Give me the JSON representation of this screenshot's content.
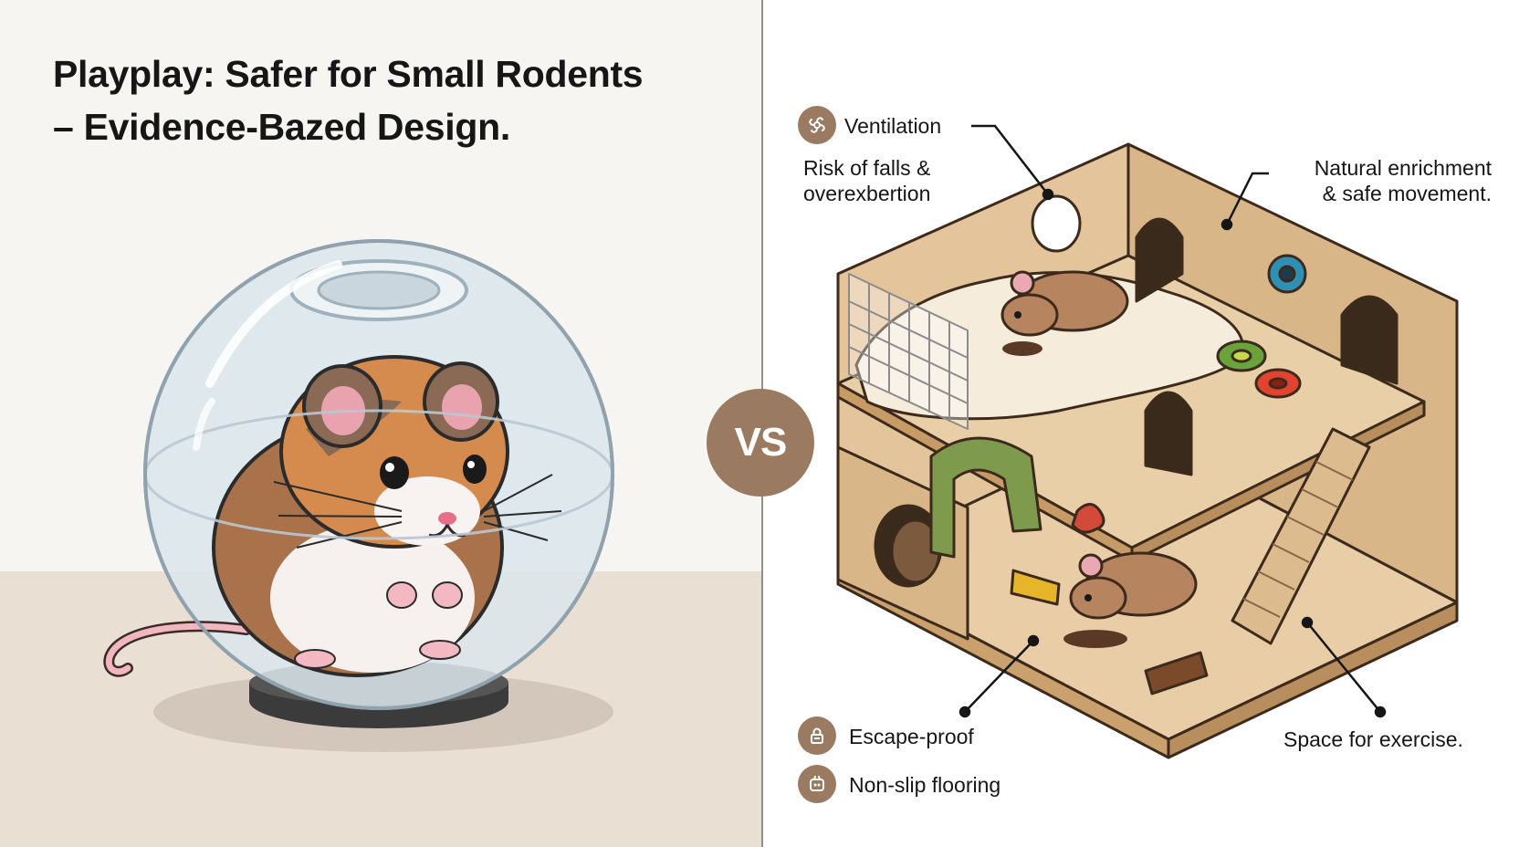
{
  "title": {
    "line1": "Playplay: Safer for Small Rodents",
    "line2": "– Evidence-Bazed Design."
  },
  "vs_badge": "VS",
  "callouts": {
    "ventilation": "Ventilation",
    "risk_line1": "Risk of falls &",
    "risk_line2": "overexbertion",
    "enrichment_line1": "Natural enrichment",
    "enrichment_line2": "& safe movement.",
    "escape_proof": "Escape-proof",
    "non_slip": "Non-slip flooring",
    "exercise": "Space for exercise."
  },
  "icons": {
    "ventilation": "ventilation-fan-icon",
    "escape_proof": "lock-icon",
    "non_slip": "paw-flooring-icon"
  },
  "colors": {
    "accent_brown": "#9b7a62",
    "wood": "#d9b688",
    "floor_left": "#eadfd3"
  }
}
